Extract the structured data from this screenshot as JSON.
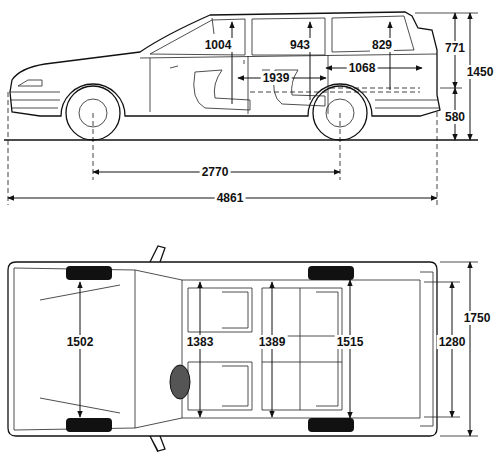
{
  "diagram": {
    "labels": [
      "1004",
      "943",
      "829",
      "771",
      "1939",
      "1068",
      "1450",
      "580",
      "2770",
      "4861",
      "1502",
      "1383",
      "1389",
      "1515",
      "1750",
      "1280"
    ]
  }
}
